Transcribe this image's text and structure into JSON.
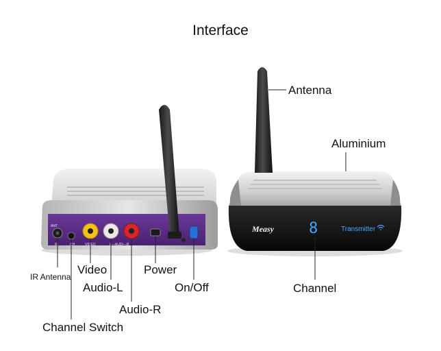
{
  "title": "Interface",
  "labels": {
    "ir_antenna": "IR Antenna",
    "video": "Video",
    "audio_l": "Audio-L",
    "audio_r": "Audio-R",
    "power": "Power",
    "on_off": "On/Off",
    "channel_switch": "Channel Switch",
    "antenna": "Antenna",
    "aluminium": "Aluminium",
    "channel": "Channel"
  },
  "device_print": {
    "ant": "ANT",
    "ir": "IR",
    "ch": "CH",
    "video": "VIDEO",
    "audio": "L—AUDI—R",
    "brand": "Measy",
    "digit": "8",
    "mode": "Transmitter"
  },
  "colors": {
    "panel_purple": "#5b2d86",
    "rca_yellow": "#f2c21a",
    "rca_white": "#e9e9e9",
    "rca_red": "#d8262b",
    "button_blue": "#2a6ed8",
    "display_blue": "#3fa4ff",
    "silver": "#c9c9c9"
  },
  "icons": [
    "wifi-icon"
  ]
}
